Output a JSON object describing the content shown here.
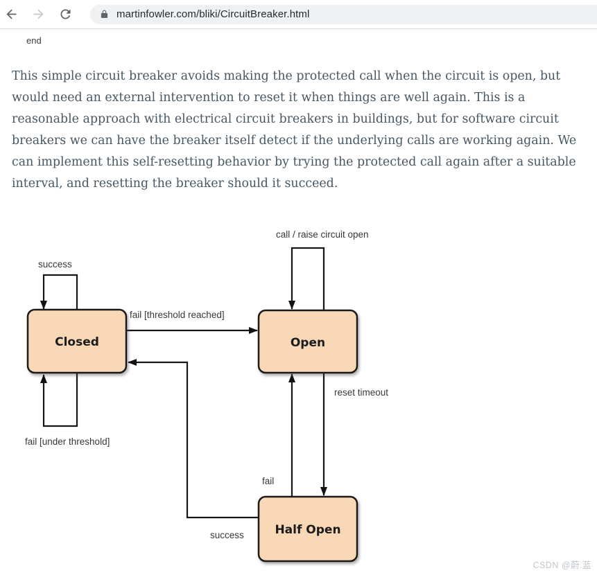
{
  "browser": {
    "url": "martinfowler.com/bliki/CircuitBreaker.html",
    "icons": {
      "back": "back-arrow-icon",
      "forward": "forward-arrow-icon",
      "reload": "reload-icon",
      "lock": "lock-icon"
    }
  },
  "page": {
    "code_end": "end",
    "paragraph": "This simple circuit breaker avoids making the protected call when the circuit is open, but would need an external intervention to reset it when things are well again. This is a reasonable approach with electrical circuit breakers in buildings, but for software circuit breakers we can have the breaker itself detect if the underlying calls are working again. We can implement this self-resetting behavior by trying the protected call again after a suitable interval, and resetting the breaker should it succeed."
  },
  "diagram": {
    "type": "state-diagram",
    "states": [
      {
        "id": "closed",
        "label": "Closed"
      },
      {
        "id": "open",
        "label": "Open"
      },
      {
        "id": "half_open",
        "label": "Half Open"
      }
    ],
    "transitions": [
      {
        "from": "closed",
        "to": "closed",
        "label": "success"
      },
      {
        "from": "closed",
        "to": "open",
        "label": "fail [threshold reached]"
      },
      {
        "from": "closed",
        "to": "closed",
        "label": "fail [under threshold]"
      },
      {
        "from": "open",
        "to": "open",
        "label": "call / raise circuit open"
      },
      {
        "from": "open",
        "to": "half_open",
        "label": "reset timeout"
      },
      {
        "from": "half_open",
        "to": "open",
        "label": "fail"
      },
      {
        "from": "half_open",
        "to": "closed",
        "label": "success"
      }
    ],
    "colors": {
      "state_fill": "#f8d8b6",
      "state_border": "#1a1a1a",
      "edge_line": "#151515",
      "edge_label": "#373737"
    }
  },
  "watermark": {
    "text": "CSDN @蔚.蓝",
    "color": "#c0c6cd"
  }
}
